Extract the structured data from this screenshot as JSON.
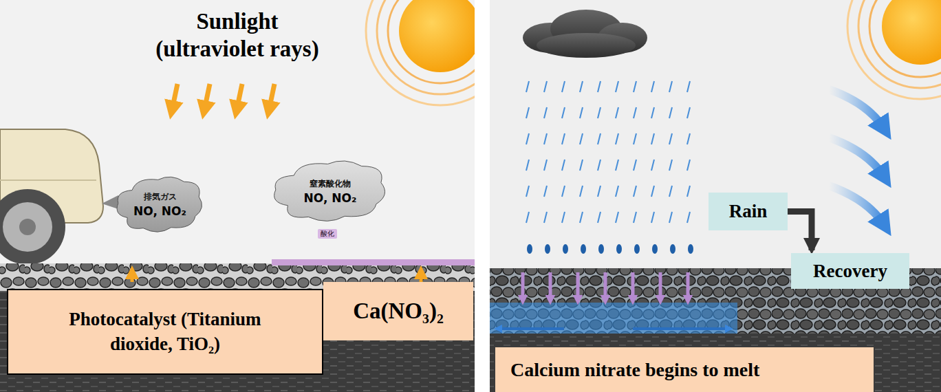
{
  "diagram": {
    "nodes": [
      {
        "text": [
          "排気ガス",
          "NO, NO₂"
        ]
      },
      {
        "text": [
          "窒素酸化物",
          "NO, NO₂"
        ]
      },
      {
        "text": [
          "Photocatalyst (Titanium dioxide, TiO₂)"
        ]
      },
      {
        "text": [
          "Ca(NO₃)₂"
        ]
      },
      {
        "text": [
          "Rain"
        ]
      },
      {
        "text": [
          "Recovery"
        ]
      },
      {
        "text": [
          "Calcium nitrate begins to melt"
        ]
      }
    ],
    "edges": [
      {
        "from": 4,
        "to": 5,
        "arrow": "to"
      }
    ],
    "labels": [
      "Sunlight (ultraviolet rays)",
      "酸化"
    ]
  }
}
